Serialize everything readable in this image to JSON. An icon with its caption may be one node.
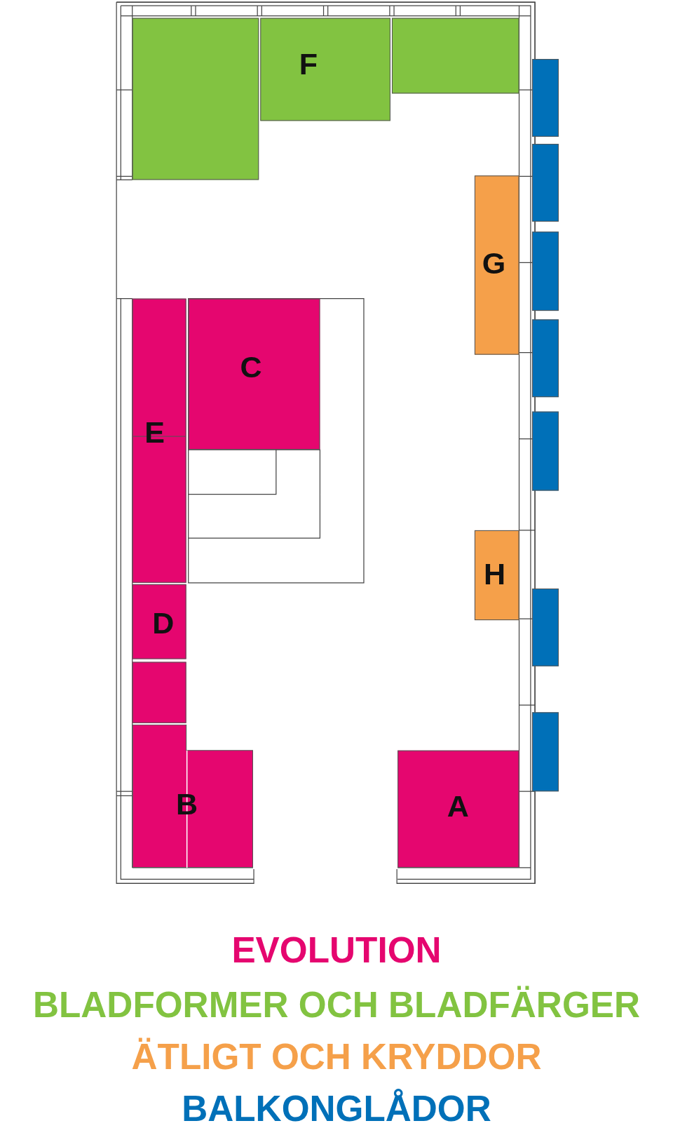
{
  "diagram": {
    "nodes": [
      {
        "text": [],
        "shape": "box"
      },
      {
        "text": [
          "F"
        ]
      },
      {
        "text": [],
        "shape": "box"
      },
      {
        "text": [],
        "shape": "box"
      },
      {
        "text": [],
        "shape": "box"
      },
      {
        "text": [],
        "shape": "box"
      },
      {
        "text": [],
        "shape": "box"
      },
      {
        "text": [],
        "shape": "box"
      },
      {
        "text": [],
        "shape": "box"
      },
      {
        "text": [],
        "shape": "box"
      },
      {
        "text": [
          "G"
        ]
      },
      {
        "text": [
          "C"
        ]
      },
      {
        "text": [
          "E"
        ]
      },
      {
        "text": [
          "H"
        ]
      },
      {
        "text": [
          "D"
        ]
      },
      {
        "text": [],
        "shape": "box"
      },
      {
        "text": [
          "B"
        ]
      },
      {
        "text": [
          "A"
        ]
      }
    ],
    "edges": [],
    "legend": [
      {
        "text": "EVOLUTION",
        "color": "#e5066f"
      },
      {
        "text": "BLADFORMER OCH BLADFÄRGER",
        "color": "#82c341"
      },
      {
        "text": "ÄTLIGT OCH KRYDDOR",
        "color": "#f5a04a"
      },
      {
        "text": "BALKONGLÅDOR",
        "color": "#0070b8"
      }
    ]
  }
}
